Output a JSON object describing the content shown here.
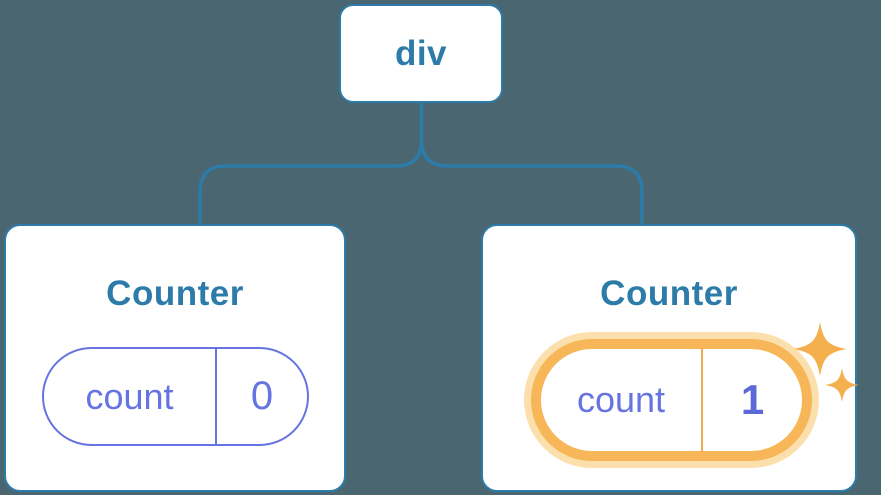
{
  "tree": {
    "root": {
      "label": "div"
    },
    "children": [
      {
        "title": "Counter",
        "state": {
          "key": "count",
          "value": "0"
        },
        "highlighted": false
      },
      {
        "title": "Counter",
        "state": {
          "key": "count",
          "value": "1"
        },
        "highlighted": true
      }
    ]
  },
  "icons": {
    "sparkles": "sparkles-icon (two four-pointed stars marking updated state)"
  },
  "colors": {
    "background": "#4A6670",
    "node_border_blue": "#2D7BA9",
    "label_blue": "#2D7BA9",
    "state_purple": "#6574E0",
    "state_value_bold_purple": "#5D69D8",
    "highlight_orange": "#F7B657",
    "highlight_glow": "#FBE0AE",
    "sparkle_orange": "#F5B04E",
    "card_background": "#FFFFFF"
  }
}
